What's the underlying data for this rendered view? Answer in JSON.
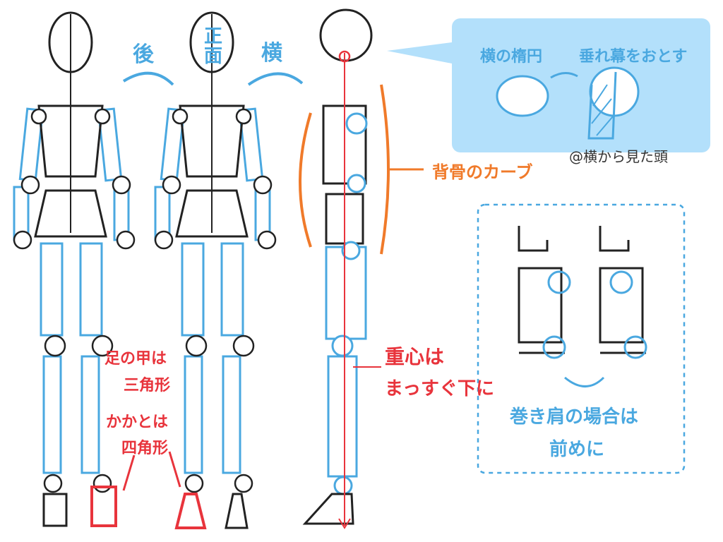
{
  "labels": {
    "back": "後",
    "front": "正面",
    "side": "横",
    "callout_left": "横の楕円",
    "callout_right": "垂れ幕をおとす",
    "callout_caption": "@横から見た頭",
    "spine_curve": "背骨のカーブ",
    "instep_1": "足の甲は",
    "instep_2": "三角形",
    "heel_1": "かかとは",
    "heel_2": "四角形",
    "gravity_1": "重心は",
    "gravity_2": "まっすぐ下に",
    "shoulder_1": "巻き肩の場合は",
    "shoulder_2": "前めに"
  },
  "colors": {
    "blue": "#4aa8e0",
    "red": "#e8343c",
    "orange": "#f07a2a",
    "ink": "#222222",
    "callout_bg": "#b3e0fb"
  }
}
